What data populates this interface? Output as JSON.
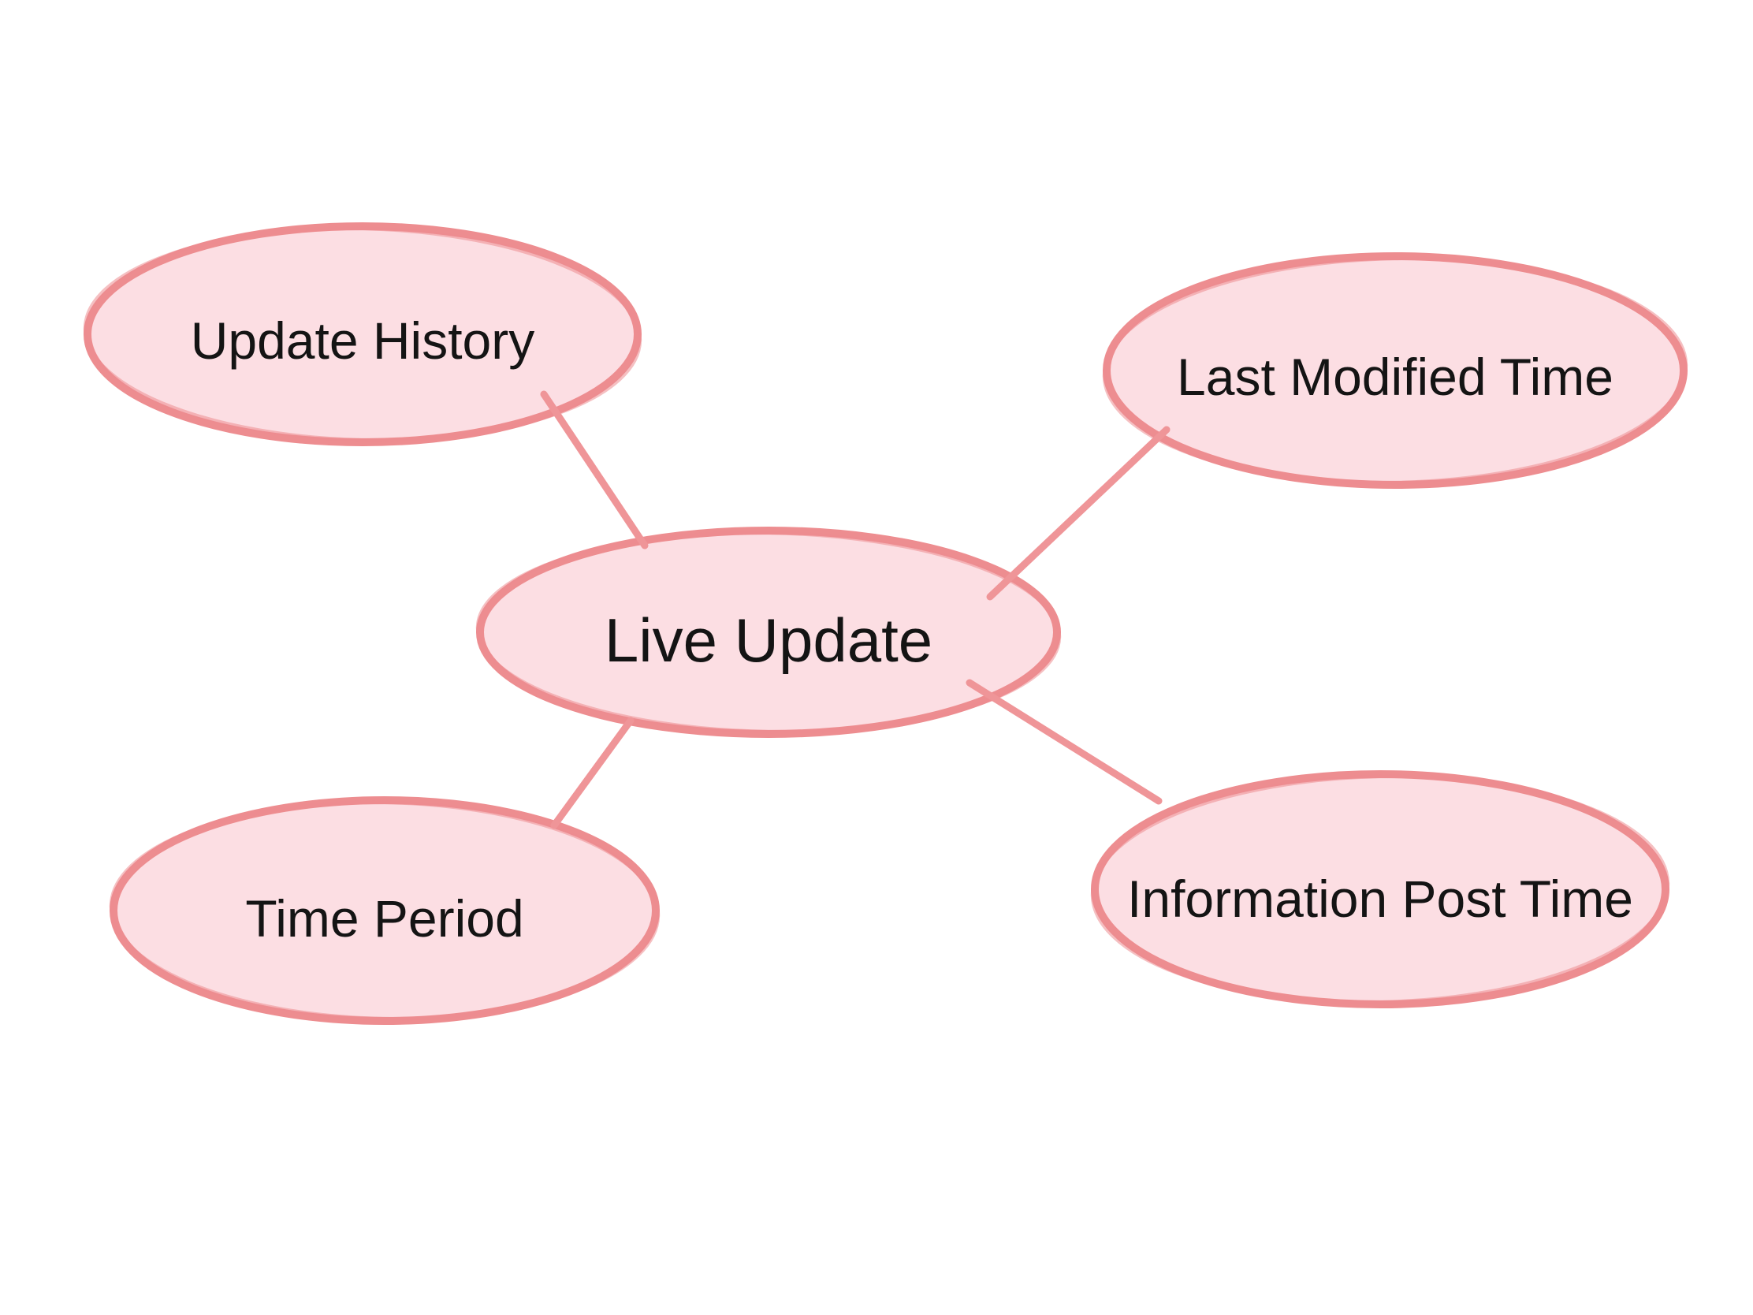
{
  "diagram": {
    "type": "mindmap",
    "colors": {
      "background": "#ffffff",
      "node-fill": "#fcdee3",
      "node-border": "#ed8d90",
      "connector": "#ef9598",
      "label": "#141414"
    },
    "center_node": {
      "id": "live-update",
      "label": "Live Update"
    },
    "nodes": [
      {
        "id": "update-history",
        "label": "Update History",
        "position": "top-left"
      },
      {
        "id": "last-modified-time",
        "label": "Last Modified Time",
        "position": "top-right"
      },
      {
        "id": "time-period",
        "label": "Time Period",
        "position": "bottom-left"
      },
      {
        "id": "information-post-time",
        "label": "Information Post Time",
        "position": "bottom-right"
      }
    ],
    "edges": [
      {
        "from": "live-update",
        "to": "update-history"
      },
      {
        "from": "live-update",
        "to": "last-modified-time"
      },
      {
        "from": "live-update",
        "to": "time-period"
      },
      {
        "from": "live-update",
        "to": "information-post-time"
      }
    ]
  }
}
